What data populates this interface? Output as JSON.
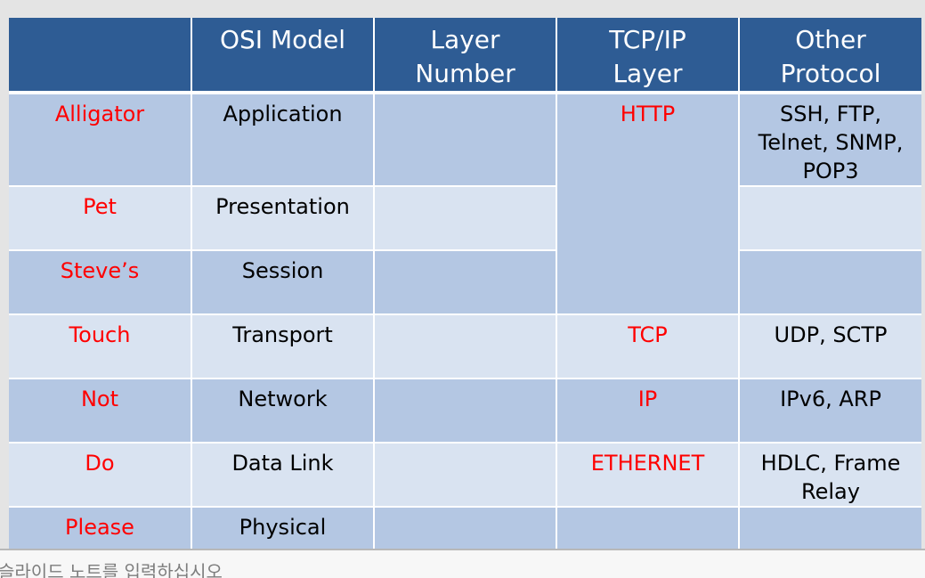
{
  "table": {
    "headers": [
      "",
      "OSI Model",
      "Layer\nNumber",
      "TCP/IP\nLayer",
      "Other\nProtocol"
    ],
    "rows": [
      {
        "mnemonic": "Alligator",
        "osi": "Application",
        "layer_number": "",
        "tcpip": "HTTP",
        "other": "SSH, FTP,\nTelnet, SNMP,\nPOP3"
      },
      {
        "mnemonic": "Pet",
        "osi": "Presentation",
        "layer_number": "",
        "other": ""
      },
      {
        "mnemonic": "Steve’s",
        "osi": "Session",
        "layer_number": "",
        "other": ""
      },
      {
        "mnemonic": "Touch",
        "osi": "Transport",
        "layer_number": "",
        "tcpip": "TCP",
        "other": "UDP, SCTP"
      },
      {
        "mnemonic": "Not",
        "osi": "Network",
        "layer_number": "",
        "tcpip": "IP",
        "other": "IPv6, ARP"
      },
      {
        "mnemonic": "Do",
        "osi": "Data Link",
        "layer_number": "",
        "tcpip": "ETHERNET",
        "other": "HDLC, Frame\nRelay"
      },
      {
        "mnemonic": "Please",
        "osi": "Physical",
        "layer_number": "",
        "tcpip": "",
        "other": ""
      }
    ]
  },
  "notes": {
    "placeholder": "슬라이드 노트를 입력하십시오"
  },
  "colors": {
    "header_bg": "#2e5c94",
    "band_dark": "#b4c7e3",
    "band_light": "#d9e3f1",
    "highlight_text": "#ff0000"
  }
}
